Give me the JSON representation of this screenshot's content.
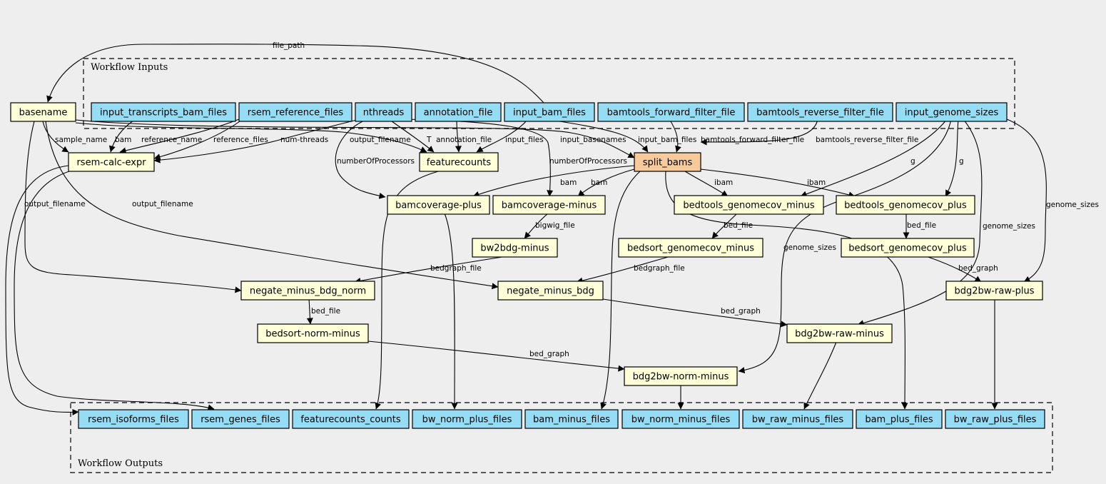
{
  "colors": {
    "input": "#94ddf4",
    "step": "#ffffd8",
    "highlight": "#f7ca9b",
    "background": "#eeeeee"
  },
  "clusters": {
    "inputs": "Workflow Inputs",
    "outputs": "Workflow Outputs"
  },
  "nodes": {
    "basename": "basename",
    "input_transcripts_bam_files": "input_transcripts_bam_files",
    "rsem_reference_files": "rsem_reference_files",
    "nthreads": "nthreads",
    "annotation_file": "annotation_file",
    "input_bam_files": "input_bam_files",
    "bamtools_forward_filter_file": "bamtools_forward_filter_file",
    "bamtools_reverse_filter_file": "bamtools_reverse_filter_file",
    "input_genome_sizes": "input_genome_sizes",
    "rsem_calc_expr": "rsem-calc-expr",
    "featurecounts": "featurecounts",
    "split_bams": "split_bams",
    "bamcoverage_plus": "bamcoverage-plus",
    "bamcoverage_minus": "bamcoverage-minus",
    "bedtools_genomecov_minus": "bedtools_genomecov_minus",
    "bedtools_genomecov_plus": "bedtools_genomecov_plus",
    "bw2bdg_minus": "bw2bdg-minus",
    "bedsort_genomecov_minus": "bedsort_genomecov_minus",
    "bedsort_genomecov_plus": "bedsort_genomecov_plus",
    "negate_minus_bdg_norm": "negate_minus_bdg_norm",
    "negate_minus_bdg": "negate_minus_bdg",
    "bdg2bw_raw_plus": "bdg2bw-raw-plus",
    "bedsort_norm_minus": "bedsort-norm-minus",
    "bdg2bw_raw_minus": "bdg2bw-raw-minus",
    "bdg2bw_norm_minus": "bdg2bw-norm-minus",
    "rsem_isoforms_files": "rsem_isoforms_files",
    "rsem_genes_files": "rsem_genes_files",
    "featurecounts_counts": "featurecounts_counts",
    "bw_norm_plus_files": "bw_norm_plus_files",
    "bam_minus_files": "bam_minus_files",
    "bw_norm_minus_files": "bw_norm_minus_files",
    "bw_raw_minus_files": "bw_raw_minus_files",
    "bam_plus_files": "bam_plus_files",
    "bw_raw_plus_files": "bw_raw_plus_files"
  },
  "edge_labels": {
    "file_path": "file_path",
    "sample_name": "sample_name",
    "bam": "bam",
    "reference_name": "reference_name",
    "reference_files": "reference_files",
    "num_threads": "num-threads",
    "output_filename": "output_filename",
    "t": "T",
    "annotation_file": "annotation_file",
    "input_files": "input_files",
    "input_basenames": "input_basenames",
    "input_bam_files": "input_bam_files",
    "bamtools_forward_filter_file": "bamtools_forward_filter_file",
    "bamtools_reverse_filter_file": "bamtools_reverse_filter_file",
    "number_of_processors": "numberOfProcessors",
    "g": "g",
    "genome_sizes": "genome_sizes",
    "ibam": "ibam",
    "bigwig_file": "bigwig_file",
    "bed_file": "bed_file",
    "bedgraph_file": "bedgraph_file",
    "bed_graph": "bed_graph"
  }
}
